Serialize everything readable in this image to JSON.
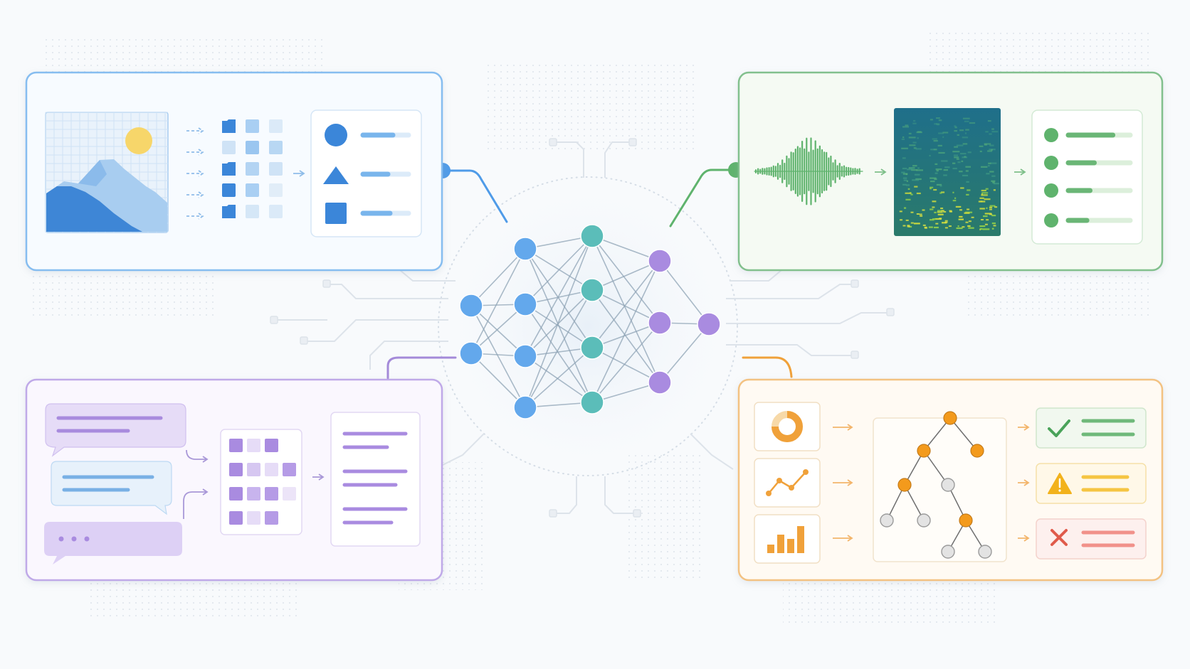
{
  "colors": {
    "background": "#f8fafc",
    "vision": "#4f9be8",
    "vision_dark": "#2f74cc",
    "audio": "#5fb36d",
    "text": "#a48ad9",
    "tabular": "#f0a13a",
    "network_input": "#63a8ec",
    "network_hidden": "#5bbdb9",
    "network_output": "#a98be0",
    "success": "#4aa35a",
    "warning": "#f2b21c",
    "error": "#e05b4b"
  },
  "panels": [
    {
      "id": "vision",
      "modality": "image",
      "icon": "image-icon",
      "outputs": [
        "circle-shape-icon",
        "triangle-shape-icon",
        "square-shape-icon"
      ]
    },
    {
      "id": "audio",
      "modality": "audio",
      "icon": "waveform-icon",
      "outputs": 4
    },
    {
      "id": "text",
      "modality": "text",
      "icon": "chat-bubble-icon",
      "outputs": 6
    },
    {
      "id": "tabular",
      "modality": "structured",
      "icons": [
        "donut-chart-icon",
        "line-chart-icon",
        "bar-chart-icon"
      ],
      "outputs": [
        "check-icon",
        "warning-icon",
        "cross-icon"
      ]
    }
  ],
  "network": {
    "layers": [
      2,
      4,
      4,
      3,
      1
    ]
  }
}
